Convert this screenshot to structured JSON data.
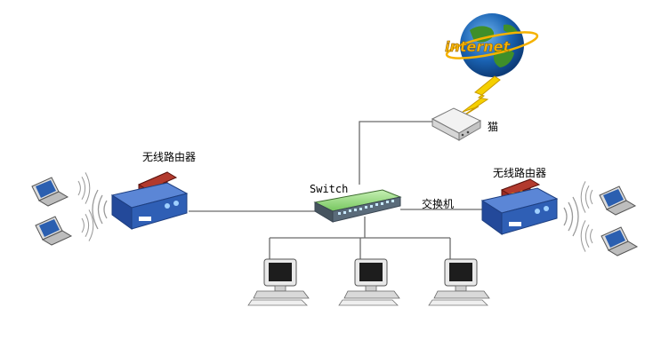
{
  "labels": {
    "internet": "internet",
    "modem": "猫",
    "switch": "Switch",
    "switch_cn": "交换机",
    "router_left": "无线路由器",
    "router_right": "无线路由器"
  },
  "colors": {
    "line": "#6b6b6b",
    "globe_ocean": "#1a63b3",
    "globe_land": "#3f8f2a",
    "internet_text": "#f5b200",
    "bolt": "#f5d000",
    "switch_top": "#8fd27a",
    "switch_front": "#5a6b7a",
    "router_body": "#2f5fb5",
    "router_wall": "#9a2b22",
    "flame": "#f08a00",
    "screen": "#2b5fb0"
  },
  "icons": {
    "globe": "internet-globe-icon",
    "bolt": "lightning-bolt-icon",
    "modem": "modem-icon",
    "switch": "network-switch-icon",
    "router": "wireless-router-icon",
    "laptop": "laptop-icon",
    "desktop": "desktop-computer-icon",
    "wifi": "wifi-waves-icon"
  }
}
